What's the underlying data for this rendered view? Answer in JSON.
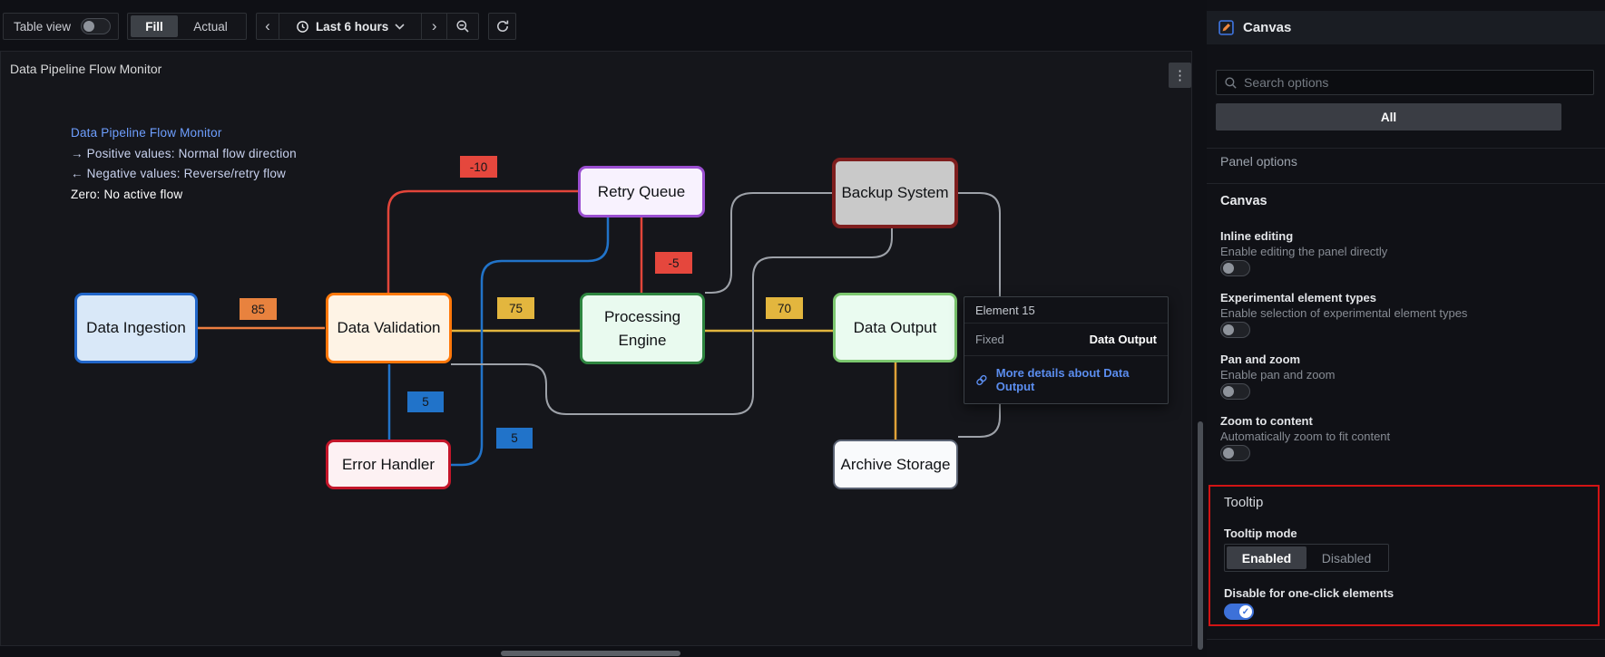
{
  "toolbar": {
    "table_view_label": "Table view",
    "fill_label": "Fill",
    "actual_label": "Actual",
    "time_range_label": "Last 6 hours"
  },
  "panel": {
    "title": "Data Pipeline Flow Monitor"
  },
  "legend": {
    "title": "Data Pipeline Flow Monitor",
    "positive": "→ Positive values: Normal flow direction",
    "negative": "← Negative values: Reverse/retry flow",
    "zero": "Zero: No active flow"
  },
  "diagram": {
    "nodes": [
      {
        "id": "data-ingestion",
        "label": "Data Ingestion"
      },
      {
        "id": "data-validation",
        "label": "Data Validation"
      },
      {
        "id": "retry-queue",
        "label": "Retry Queue"
      },
      {
        "id": "backup-system",
        "label": "Backup System"
      },
      {
        "id": "processing-engine",
        "label": "Processing Engine"
      },
      {
        "id": "data-output",
        "label": "Data Output"
      },
      {
        "id": "error-handler",
        "label": "Error Handler"
      },
      {
        "id": "archive-storage",
        "label": "Archive Storage"
      }
    ],
    "edge_labels": [
      {
        "value": "85",
        "color": "#e8823e"
      },
      {
        "value": "-10",
        "color": "#e5473d"
      },
      {
        "value": "-5",
        "color": "#e5473d"
      },
      {
        "value": "75",
        "color": "#e3b63e"
      },
      {
        "value": "70",
        "color": "#e3b63e"
      },
      {
        "value": "5",
        "color": "#2173c9"
      },
      {
        "value": "5",
        "color": "#2173c9"
      }
    ],
    "colors": {
      "orange": "#ed7e41",
      "yellow": "#e2b53e",
      "amber": "#dfa138",
      "red": "#e2453a",
      "blue": "#2173c9",
      "gray": "#9da1a8"
    }
  },
  "tooltip": {
    "element_label": "Element 15",
    "row_label": "Fixed",
    "row_value": "Data Output",
    "link_text": "More details about Data Output"
  },
  "sidebar": {
    "header": "Canvas",
    "search_placeholder": "Search options",
    "filter_all_label": "All",
    "panel_options_header": "Panel options",
    "canvas_section_header": "Canvas",
    "options": [
      {
        "label": "Inline editing",
        "description": "Enable editing the panel directly",
        "enabled": false
      },
      {
        "label": "Experimental element types",
        "description": "Enable selection of experimental element types",
        "enabled": false
      },
      {
        "label": "Pan and zoom",
        "description": "Enable pan and zoom",
        "enabled": false
      },
      {
        "label": "Zoom to content",
        "description": "Automatically zoom to fit content",
        "enabled": false
      }
    ],
    "tooltip_section": {
      "header": "Tooltip",
      "mode_label": "Tooltip mode",
      "mode_options": [
        "Enabled",
        "Disabled"
      ],
      "mode_selected": "Enabled",
      "one_click_label": "Disable for one-click elements",
      "one_click_enabled": true
    }
  },
  "icons": {
    "kebab": "⋮",
    "chevron_left": "‹",
    "chevron_right": "›",
    "check": "✓"
  }
}
